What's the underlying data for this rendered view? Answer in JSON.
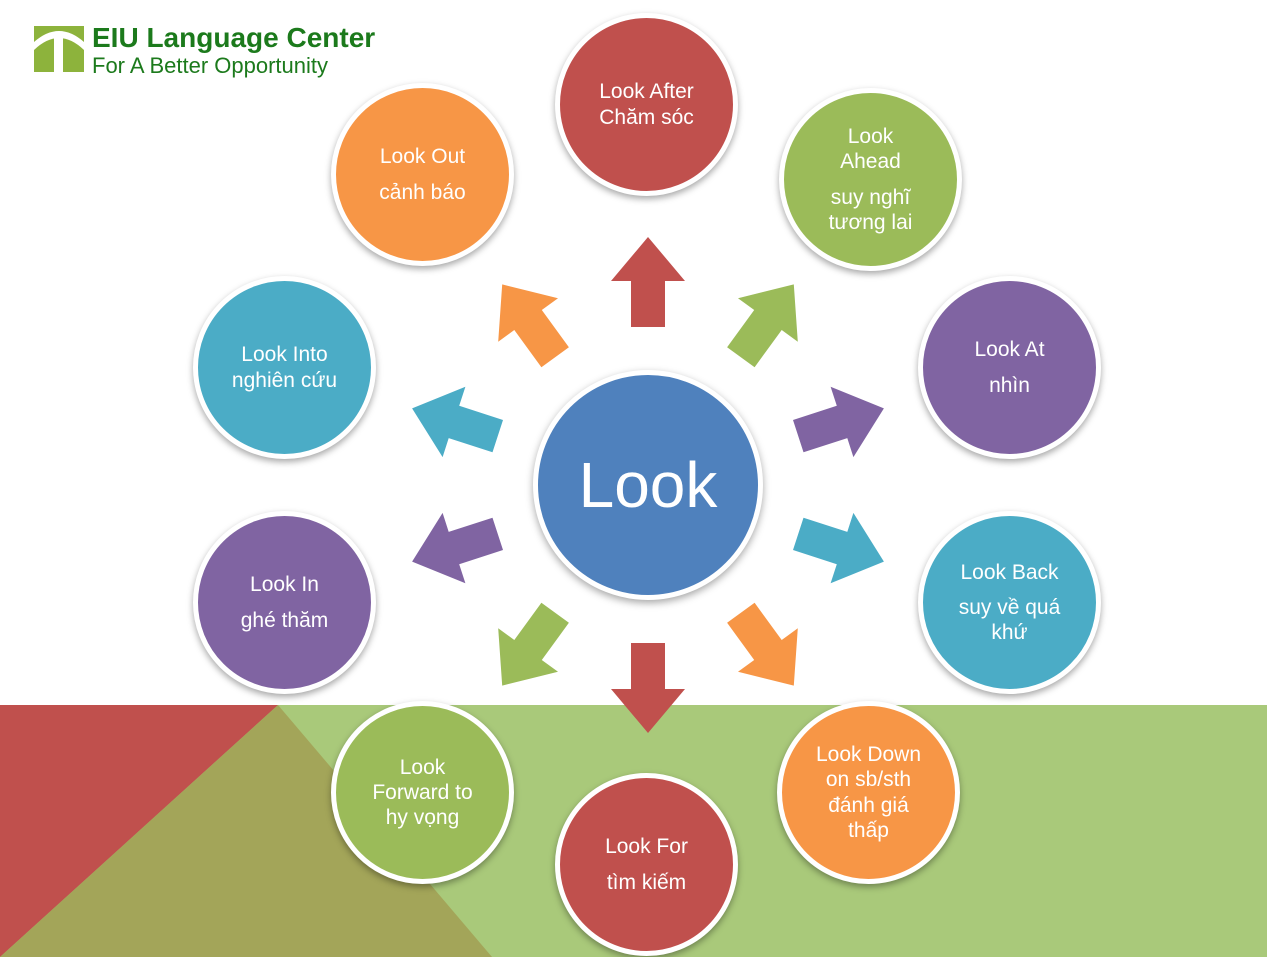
{
  "brand": {
    "name": "EIU Language Center",
    "tagline": "For A Better Opportunity",
    "color": "#1c7a1c",
    "mark_color": "#8db33c"
  },
  "center": {
    "label": "Look",
    "color": "#4f81bd"
  },
  "colors": {
    "red": "#c0504d",
    "green": "#9bbb59",
    "purple": "#8064a2",
    "teal": "#4bacc6",
    "orange": "#f79646",
    "band_green": "#a9c97a",
    "band_red": "#c0504d",
    "band_olive": "#a3a559"
  },
  "nodes": [
    {
      "id": "after",
      "label": "Look After",
      "meaning": "Chăm sóc",
      "color": "#c0504d",
      "icon": "arrow-up"
    },
    {
      "id": "ahead",
      "label": "Look Ahead",
      "meaning": "suy nghĩ tương lai",
      "color": "#9bbb59",
      "icon": "arrow-up-right"
    },
    {
      "id": "at",
      "label": "Look At",
      "meaning": "nhìn",
      "color": "#8064a2",
      "icon": "arrow-right-up"
    },
    {
      "id": "back",
      "label": "Look Back",
      "meaning": "suy về quá khứ",
      "color": "#4bacc6",
      "icon": "arrow-right-down"
    },
    {
      "id": "down",
      "label": "Look Down on sb/sth",
      "meaning": "đánh giá thấp",
      "color": "#f79646",
      "icon": "arrow-down-right"
    },
    {
      "id": "for",
      "label": "Look For",
      "meaning": "tìm kiếm",
      "color": "#c0504d",
      "icon": "arrow-down"
    },
    {
      "id": "forward",
      "label": "Look Forward to",
      "meaning": "hy vọng",
      "color": "#9bbb59",
      "icon": "arrow-down-left"
    },
    {
      "id": "in",
      "label": "Look In",
      "meaning": "ghé thăm",
      "color": "#8064a2",
      "icon": "arrow-left-down"
    },
    {
      "id": "into",
      "label": "Look Into",
      "meaning": "nghiên cứu",
      "color": "#4bacc6",
      "icon": "arrow-left-up"
    },
    {
      "id": "out",
      "label": "Look Out",
      "meaning": "cảnh báo",
      "color": "#f79646",
      "icon": "arrow-up-left"
    }
  ]
}
